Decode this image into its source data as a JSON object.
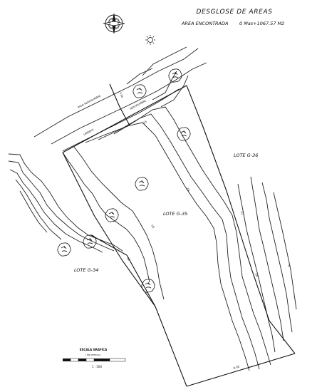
{
  "title": "DESGLOSE DE AREAS",
  "area_label": "AREA ENCONTRADA",
  "area_value": "0 Mas+1067.57 M2",
  "lots": {
    "g34": "LOTE G-34",
    "g35": "LOTE G-35",
    "g36": "LOTE G-36"
  },
  "scale": {
    "heading": "ESCALA GRAFICA",
    "sub": "( EN METROS )",
    "ratio": "1 : 500"
  },
  "icons": {
    "north": "compass-rose-icon",
    "sun": "sun-icon",
    "tree": "tree-icon"
  }
}
